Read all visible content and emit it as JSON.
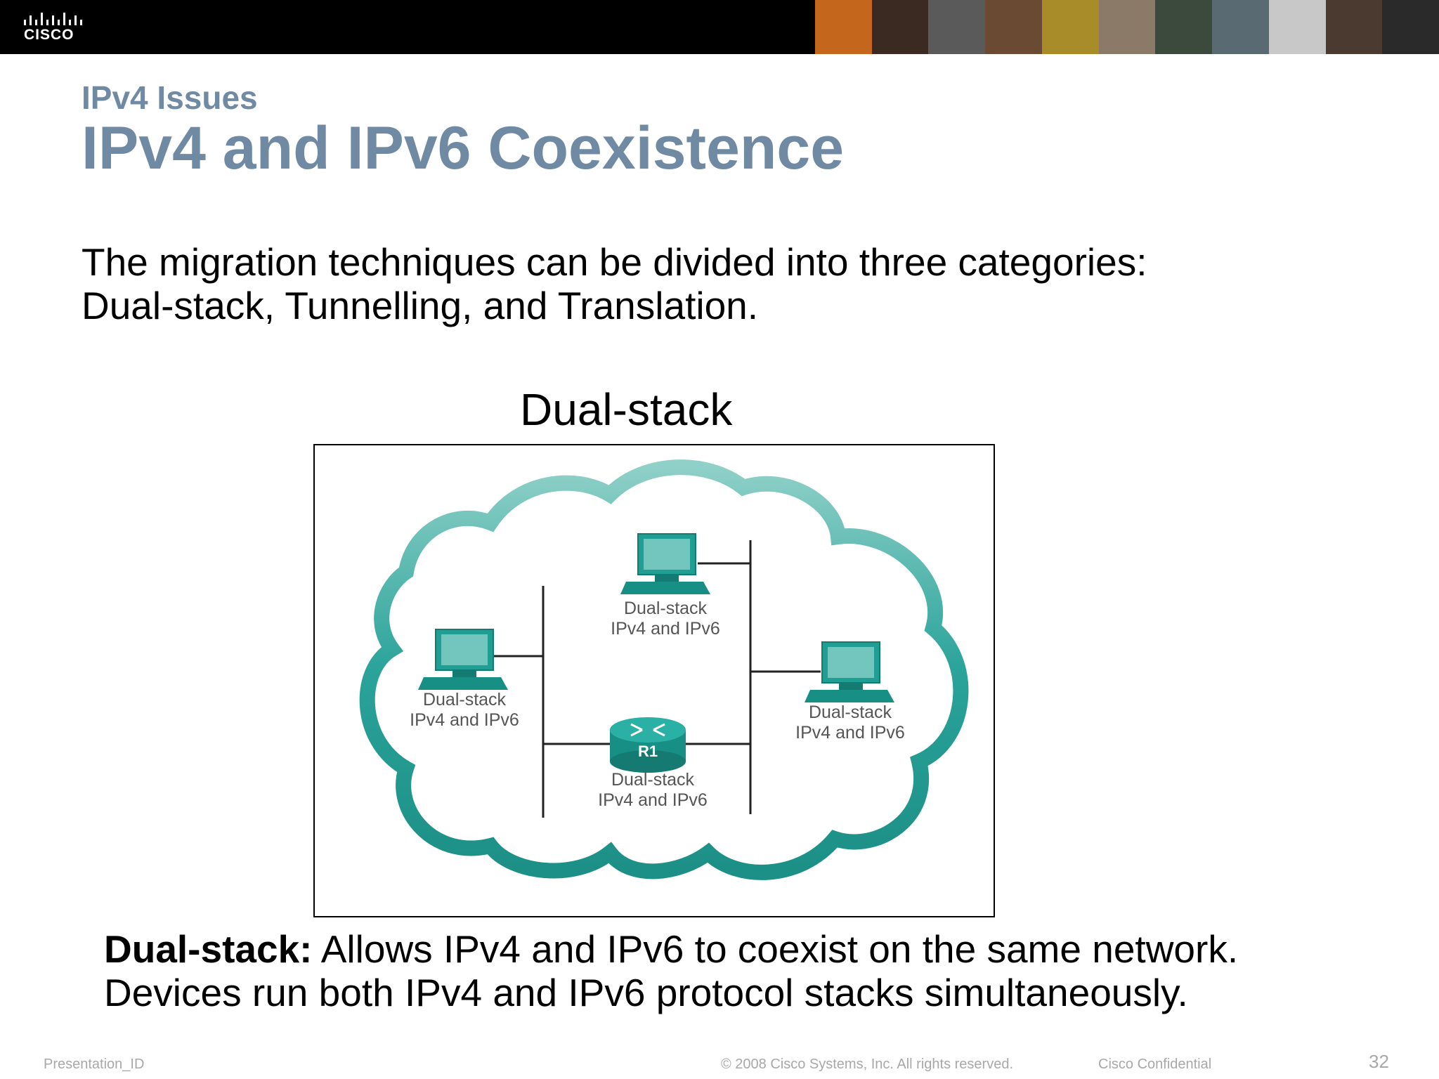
{
  "header": {
    "logo_text": "CISCO"
  },
  "slide": {
    "subtitle": "IPv4 Issues",
    "title": "IPv4 and IPv6 Coexistence",
    "intro_line1": "The migration techniques can be divided into three categories:",
    "intro_line2": "Dual-stack, Tunnelling, and Translation.",
    "diagram_heading": "Dual-stack",
    "desc_bold": "Dual-stack:",
    "desc_line1_rest": " Allows IPv4 and IPv6 to coexist on the same network.",
    "desc_line2": "Devices run both IPv4 and IPv6 protocol stacks simultaneously."
  },
  "diagram": {
    "nodes": [
      {
        "line1": "Dual-stack",
        "line2": "IPv4 and IPv6"
      },
      {
        "line1": "Dual-stack",
        "line2": "IPv4 and IPv6"
      },
      {
        "line1": "Dual-stack",
        "line2": "IPv4 and IPv6"
      },
      {
        "line1": "Dual-stack",
        "line2": "IPv4 and IPv6"
      }
    ],
    "router_label": "R1",
    "cloud_color": "#2aa39a"
  },
  "footer": {
    "presentation_id": "Presentation_ID",
    "copyright": "© 2008 Cisco Systems, Inc. All rights reserved.",
    "confidential": "Cisco Confidential",
    "page_number": "32"
  }
}
